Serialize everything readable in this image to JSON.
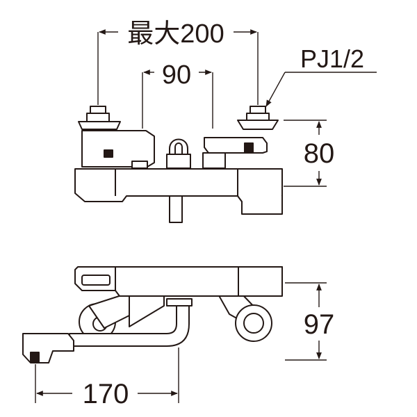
{
  "diagram": {
    "dimensions": {
      "max_span": "最大200",
      "inlet_spacing": "90",
      "pipe_thread": "PJ1/2",
      "height": "80",
      "depth": "97",
      "spout_length": "170"
    },
    "colors": {
      "ink": "#231815",
      "body_fill": "#ffffff"
    }
  }
}
